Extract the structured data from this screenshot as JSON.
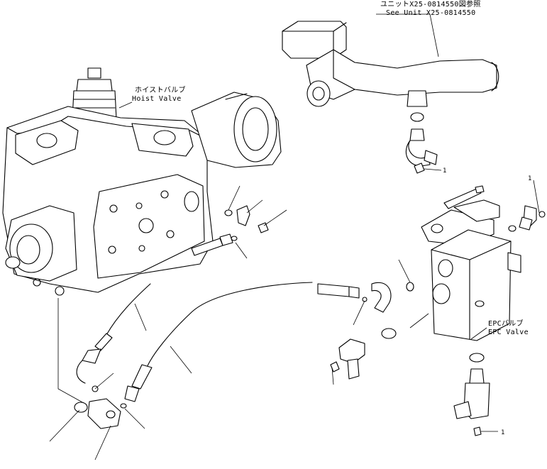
{
  "labels": {
    "unit_ref_jp": "ユニットX25-0814550図参照",
    "unit_ref_en": "See Unit X25-0814550",
    "hoist_valve_jp": "ホイストバルブ",
    "hoist_valve_en": "Hoist Valve",
    "epc_valve_jp": "EPCバルブ",
    "epc_valve_en": "EPC Valve"
  },
  "callouts": {
    "bolt_top": "1",
    "elbow_right": "1",
    "bolt_bottom": "1"
  }
}
